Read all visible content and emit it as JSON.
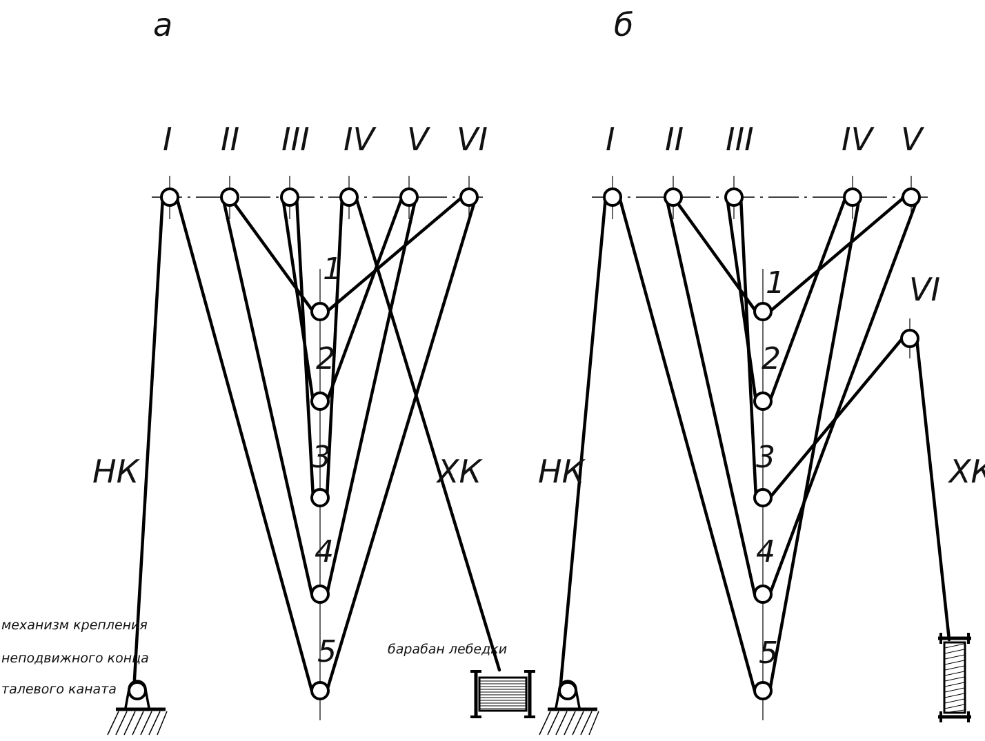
{
  "panel_a": {
    "title": "а",
    "crown_labels": [
      "I",
      "II",
      "III",
      "IV",
      "V",
      "VI"
    ],
    "block_labels": [
      "1",
      "2",
      "3",
      "4",
      "5"
    ],
    "dead_end_label": "НК",
    "fast_end_label": "ХК",
    "anchor_note": [
      "механизм крепления",
      "неподвижного конца",
      "талевого каната"
    ],
    "drum_note": "барабан лебедки"
  },
  "panel_b": {
    "title": "б",
    "crown_labels": [
      "I",
      "II",
      "III",
      "IV",
      "V",
      "VI"
    ],
    "block_labels": [
      "1",
      "2",
      "3",
      "4",
      "5"
    ],
    "dead_end_label": "НК",
    "fast_end_label": "ХК"
  },
  "icons": {
    "sheave": "sheave-icon",
    "anchor": "dead-line-anchor-icon",
    "drum": "winch-drum-icon"
  }
}
